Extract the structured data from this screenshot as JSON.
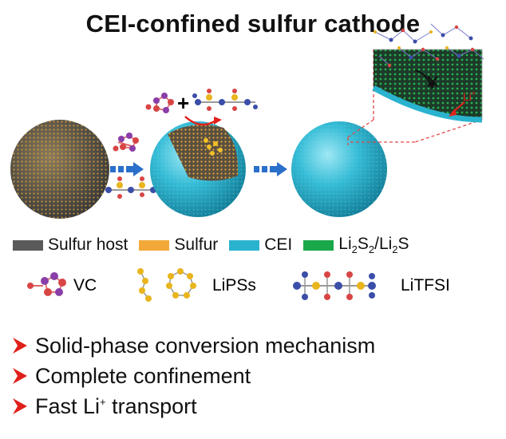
{
  "title": "CEI-confined sulfur cathode",
  "colors": {
    "sulfur_host": "#5a5a5a",
    "sulfur": "#f2a93a",
    "cei": "#2ab3cf",
    "li2s": "#1aa84a",
    "vc": "#8a3ea8",
    "lipss": "#e9b51c",
    "litfsi": "#3b4ea8",
    "arrow": "#2a6fc9",
    "bullet": "#e0201b",
    "dash": "#e04a4a"
  },
  "diagram": {
    "plus_sign": "+",
    "li_ion_label": "Li",
    "li_ion_sup": "+"
  },
  "legend": {
    "sulfur_host": "Sulfur host",
    "sulfur": "Sulfur",
    "cei": "CEI",
    "li2s_a": "Li",
    "li2s_sub1": "2",
    "li2s_b": "S",
    "li2s_sub2": "2",
    "li2s_c": "/Li",
    "li2s_sub3": "2",
    "li2s_d": "S",
    "vc": "VC",
    "lipss": "LiPSs",
    "litfsi": "LiTFSI"
  },
  "bullets": [
    "Solid-phase conversion mechanism",
    "Complete confinement",
    "Fast Li",
    "+",
    " transport"
  ]
}
